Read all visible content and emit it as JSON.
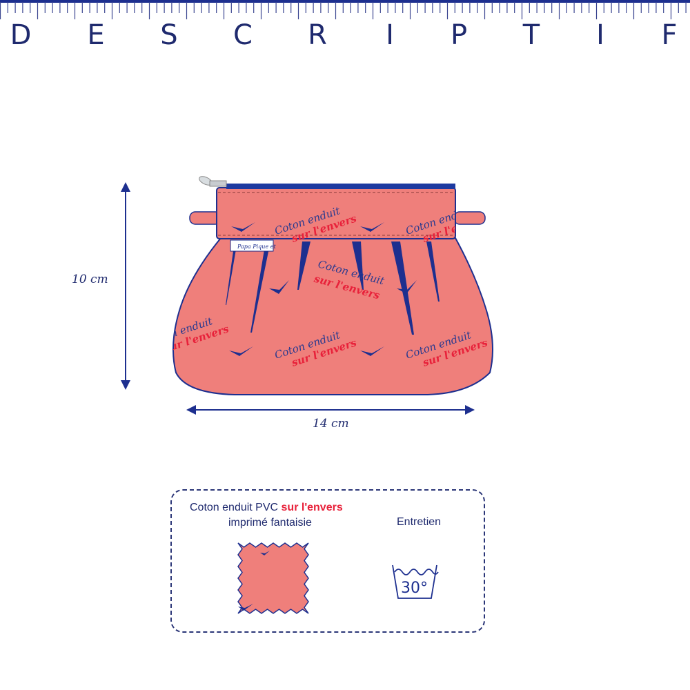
{
  "title_letters": [
    "D",
    "E",
    "S",
    "C",
    "R",
    "I",
    "P",
    "T",
    "I",
    "F"
  ],
  "dimensions": {
    "height": "10 cm",
    "width": "14 cm"
  },
  "product": {
    "label_tag": "Papa Pique et",
    "pattern_line1": "Coton enduit",
    "pattern_line2": "sur l'envers"
  },
  "info": {
    "fabric_main": "Coton enduit  PVC",
    "fabric_highlight": "sur l'envers",
    "fabric_sub": "imprimé fantaisie",
    "care_title": "Entretien",
    "wash_temp": "30°"
  },
  "colors": {
    "navy": "#1d2f8f",
    "fabric": "#ef7f7b",
    "red": "#e8213a"
  }
}
